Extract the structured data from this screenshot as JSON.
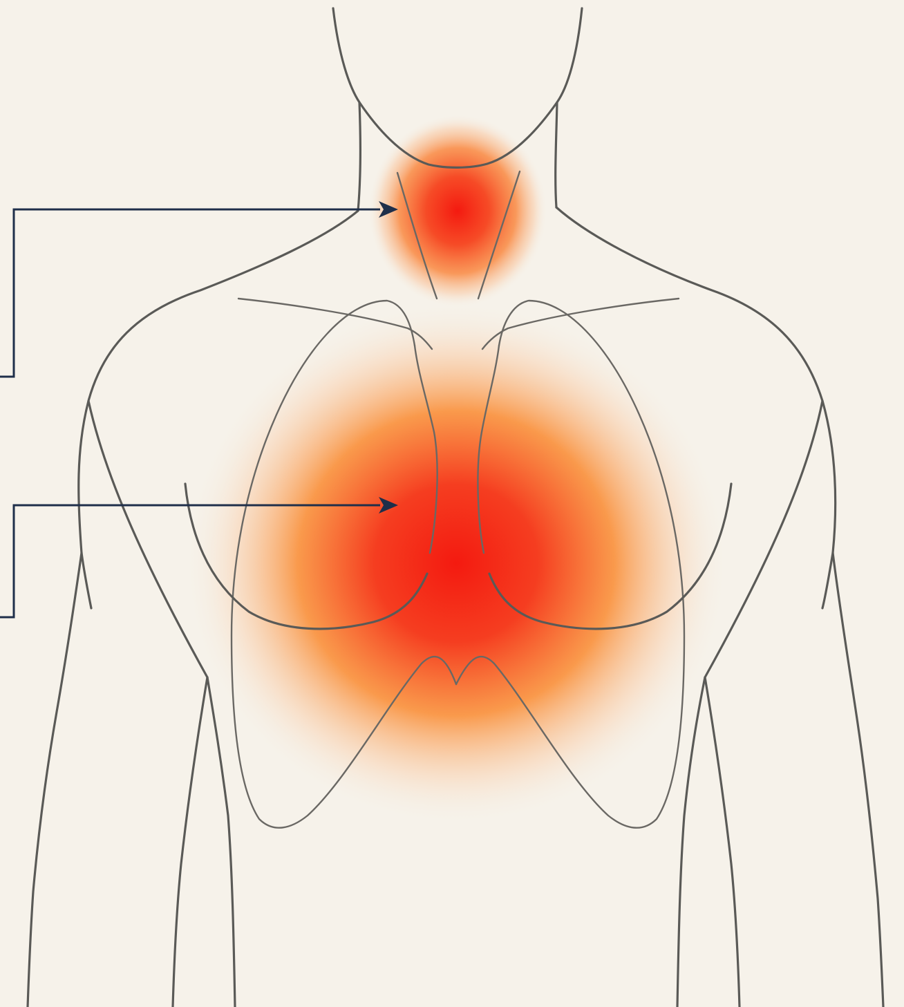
{
  "figure": {
    "background_color": "#f6f2ea",
    "outline_color": "#5a5a57",
    "leader_color": "#1f2f4a",
    "pain_zones": [
      {
        "name": "throat",
        "intensity": 0.85,
        "core_color": "#f41a10",
        "mid_color": "#fa7a2a"
      },
      {
        "name": "chest",
        "intensity": 1.0,
        "core_color": "#f41a10",
        "mid_color": "#fa8a30"
      }
    ],
    "pointers": [
      {
        "target": "throat"
      },
      {
        "target": "chest"
      }
    ]
  }
}
